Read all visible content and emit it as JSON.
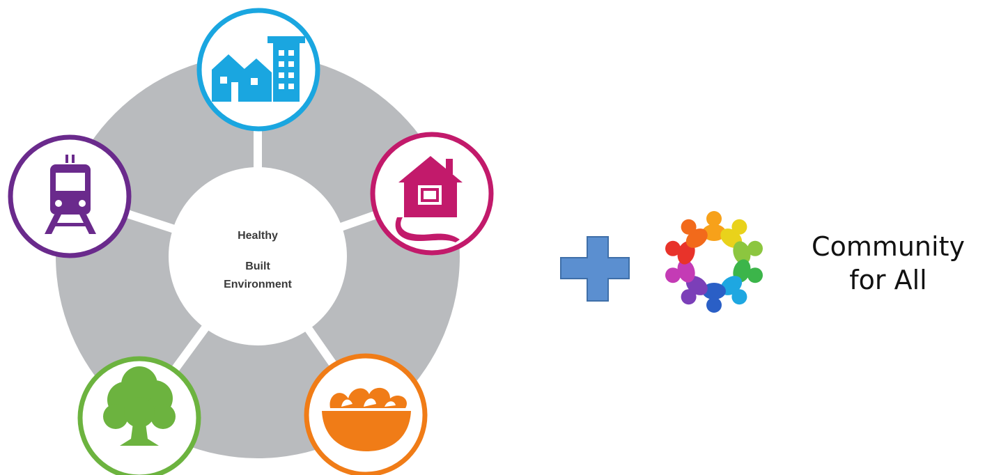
{
  "center": {
    "line1": "Healthy",
    "line2": "Built",
    "line3": "Environment"
  },
  "nodes": [
    {
      "icon": "buildings-icon",
      "color": "#1aa6e0"
    },
    {
      "icon": "house-path-icon",
      "color": "#c21a6b"
    },
    {
      "icon": "food-bowl-icon",
      "color": "#f07c17"
    },
    {
      "icon": "tree-icon",
      "color": "#6cb33f"
    },
    {
      "icon": "train-icon",
      "color": "#6a2a8c"
    }
  ],
  "ring_color": "#b9bbbe",
  "plus_color": "#5b8fd0",
  "people_icon_colors": [
    "#f7a11a",
    "#e9d21b",
    "#8cc63f",
    "#3cb54a",
    "#1ea7e1",
    "#2a5fc6",
    "#7b3fb8",
    "#c43bb5",
    "#e8332a",
    "#f26a1b"
  ],
  "tagline": {
    "line1": "Community",
    "line2": "for All"
  }
}
